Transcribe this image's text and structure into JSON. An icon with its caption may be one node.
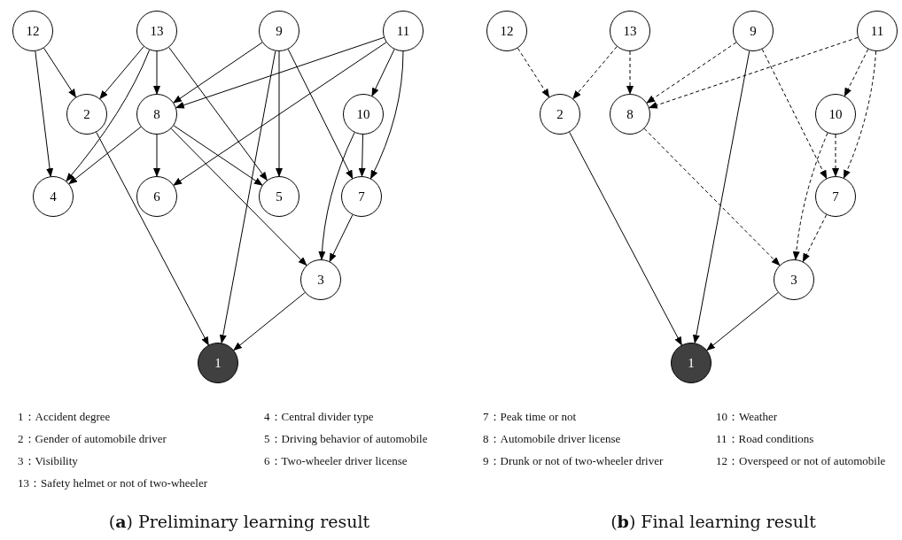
{
  "diagram": {
    "nodes": [
      {
        "text": [
          "12"
        ]
      },
      {
        "text": [
          "13"
        ]
      },
      {
        "text": [
          "9"
        ]
      },
      {
        "text": [
          "11"
        ]
      },
      {
        "text": [
          "2"
        ]
      },
      {
        "text": [
          "8"
        ]
      },
      {
        "text": [
          "10"
        ]
      },
      {
        "text": [
          "4"
        ]
      },
      {
        "text": [
          "6"
        ]
      },
      {
        "text": [
          "5"
        ]
      },
      {
        "text": [
          "7"
        ]
      },
      {
        "text": [
          "3"
        ]
      },
      {
        "text": [
          "1"
        ]
      },
      {
        "text": [
          "12"
        ]
      },
      {
        "text": [
          "13"
        ]
      },
      {
        "text": [
          "9"
        ]
      },
      {
        "text": [
          "11"
        ]
      },
      {
        "text": [
          "2"
        ]
      },
      {
        "text": [
          "8"
        ]
      },
      {
        "text": [
          "10"
        ]
      },
      {
        "text": [
          "7"
        ]
      },
      {
        "text": [
          "3"
        ]
      },
      {
        "text": [
          "1"
        ]
      }
    ],
    "edges": [
      {
        "from": 0,
        "to": 4,
        "arrow": "to"
      },
      {
        "from": 0,
        "to": 7,
        "arrow": "to"
      },
      {
        "from": 1,
        "to": 4,
        "arrow": "to"
      },
      {
        "from": 1,
        "to": 5,
        "arrow": "to"
      },
      {
        "from": 1,
        "to": 7,
        "arrow": "to"
      },
      {
        "from": 1,
        "to": 9,
        "arrow": "to"
      },
      {
        "from": 2,
        "to": 5,
        "arrow": "to"
      },
      {
        "from": 2,
        "to": 9,
        "arrow": "to"
      },
      {
        "from": 2,
        "to": 10,
        "arrow": "to"
      },
      {
        "from": 2,
        "to": 12,
        "arrow": "to"
      },
      {
        "from": 3,
        "to": 5,
        "arrow": "to"
      },
      {
        "from": 3,
        "to": 8,
        "arrow": "to"
      },
      {
        "from": 3,
        "to": 6,
        "arrow": "to"
      },
      {
        "from": 3,
        "to": 10,
        "arrow": "to"
      },
      {
        "from": 5,
        "to": 7,
        "arrow": "to"
      },
      {
        "from": 5,
        "to": 8,
        "arrow": "to"
      },
      {
        "from": 5,
        "to": 9,
        "arrow": "to"
      },
      {
        "from": 5,
        "to": 11,
        "arrow": "to"
      },
      {
        "from": 6,
        "to": 10,
        "arrow": "to"
      },
      {
        "from": 6,
        "to": 11,
        "arrow": "to"
      },
      {
        "from": 10,
        "to": 11,
        "arrow": "to"
      },
      {
        "from": 4,
        "to": 12,
        "arrow": "to"
      },
      {
        "from": 11,
        "to": 12,
        "arrow": "to"
      },
      {
        "from": 13,
        "to": 17,
        "arrow": "to",
        "style": "dashed"
      },
      {
        "from": 14,
        "to": 17,
        "arrow": "to",
        "style": "dashed"
      },
      {
        "from": 14,
        "to": 18,
        "arrow": "to",
        "style": "dashed"
      },
      {
        "from": 15,
        "to": 18,
        "arrow": "to",
        "style": "dashed"
      },
      {
        "from": 15,
        "to": 20,
        "arrow": "to",
        "style": "dashed"
      },
      {
        "from": 15,
        "to": 22,
        "arrow": "to"
      },
      {
        "from": 16,
        "to": 18,
        "arrow": "to",
        "style": "dashed"
      },
      {
        "from": 16,
        "to": 19,
        "arrow": "to",
        "style": "dashed"
      },
      {
        "from": 16,
        "to": 20,
        "arrow": "to",
        "style": "dashed"
      },
      {
        "from": 19,
        "to": 20,
        "arrow": "to",
        "style": "dashed"
      },
      {
        "from": 19,
        "to": 21,
        "arrow": "to",
        "style": "dashed"
      },
      {
        "from": 18,
        "to": 21,
        "arrow": "to",
        "style": "dashed"
      },
      {
        "from": 20,
        "to": 21,
        "arrow": "to",
        "style": "dashed"
      },
      {
        "from": 17,
        "to": 22,
        "arrow": "to"
      },
      {
        "from": 21,
        "to": 22,
        "arrow": "to"
      }
    ],
    "labels": [
      "1：Accident degree",
      "4：Central divider type",
      "7：Peak time or not",
      "10：Weather",
      "2：Gender of automobile driver",
      "5：Driving behavior of automobile",
      "8：Automobile driver license",
      "11：Road conditions",
      "3：Visibility",
      "6：Two-wheeler driver license",
      "9：Drunk or not of two-wheeler driver",
      "12：Overspeed or not of automobile",
      "13：Safety helmet or not of two-wheeler",
      "(**a**) Preliminary learning result",
      "(**b**) Final learning result"
    ]
  }
}
